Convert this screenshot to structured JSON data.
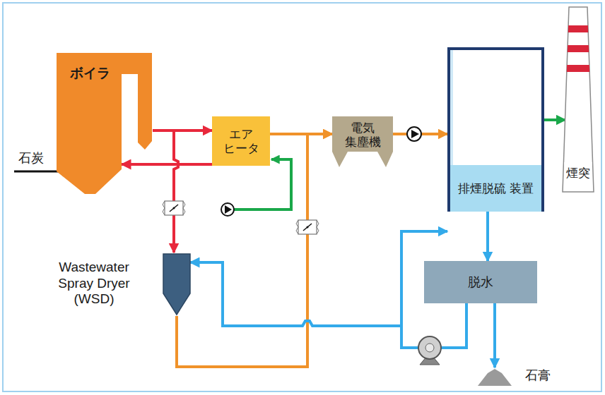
{
  "diagram": {
    "nodes": [
      {
        "text": [
          "ボイラ"
        ]
      },
      {
        "text": [
          "エア ヒータ"
        ]
      },
      {
        "text": [
          "電気 集塵機"
        ]
      },
      {
        "text": [
          "排煙脱硫 装置"
        ]
      },
      {
        "text": [
          "煙突"
        ]
      },
      {
        "text": [
          "Wastewater Spray Dryer (WSD)"
        ]
      },
      {
        "text": [
          "脱水"
        ]
      },
      {
        "text": [
          "石膏"
        ]
      }
    ],
    "edges": [
      {
        "from": 0,
        "to": 1,
        "arrow": "to"
      },
      {
        "from": 1,
        "to": 0,
        "arrow": "to"
      },
      {
        "from": 0,
        "to": 5,
        "arrow": "to"
      },
      {
        "from": 1,
        "to": 2,
        "arrow": "to"
      },
      {
        "from": 5,
        "to": 2,
        "arrow": "to"
      },
      {
        "from": 2,
        "to": 3,
        "arrow": "to"
      },
      {
        "from": 3,
        "to": 4,
        "arrow": "to"
      },
      {
        "from": 3,
        "to": 6,
        "arrow": "to"
      },
      {
        "from": 6,
        "to": 7,
        "arrow": "to"
      },
      {
        "from": 6,
        "to": 5,
        "arrow": "to"
      },
      {
        "from": 6,
        "to": 3,
        "arrow": "to"
      }
    ],
    "labels": [
      "石炭"
    ]
  }
}
